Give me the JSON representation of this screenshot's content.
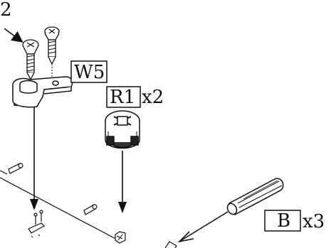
{
  "step_number_partial": "2",
  "parts": {
    "w5": {
      "code": "W5",
      "qty": ""
    },
    "r1": {
      "code": "R1",
      "qty": "x2"
    },
    "b": {
      "code": "B",
      "qty": "x3"
    }
  },
  "colors": {
    "ink": "#111111",
    "bg": "#ffffff"
  }
}
